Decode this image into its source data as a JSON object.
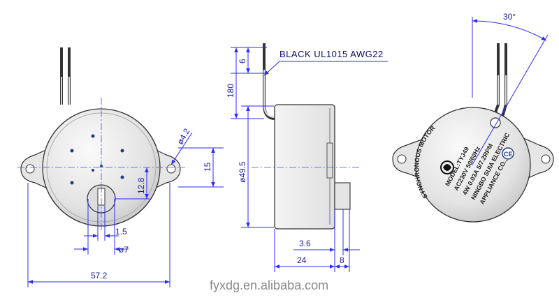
{
  "wire_spec": "BLACK  UL1015  AWG22",
  "dimensions": {
    "hole_dia": "ø4.2",
    "hole_spacing": "15",
    "shaft_offset": "12.8",
    "flat_width": "1.5",
    "shaft_dia": "ø7",
    "flange_length": "57.2",
    "lead_strip": "6",
    "lead_length": "180",
    "body_dia": "ø49.5",
    "shaft_protrusion": "3.6",
    "body_depth": "24",
    "shaft_length": "8",
    "wire_angle": "30°"
  },
  "label_text": {
    "arc_text": "SYNCHRONOUS MOTOR",
    "model": "MODEL:TYJ49",
    "rating": "AC230V   50/60Hz",
    "power": "4W  0.03A  5/7.2RPM",
    "maker": "NINGBO SUIA ELECTRIC",
    "maker2": "APPLIANCE CO.,LTD",
    "ce_mark": "CE"
  },
  "watermark": "fyxdg.en.alibaba.com",
  "colors": {
    "dimension": "#2b2bff",
    "outline": "#111111",
    "metal": "#e9e9e9"
  }
}
